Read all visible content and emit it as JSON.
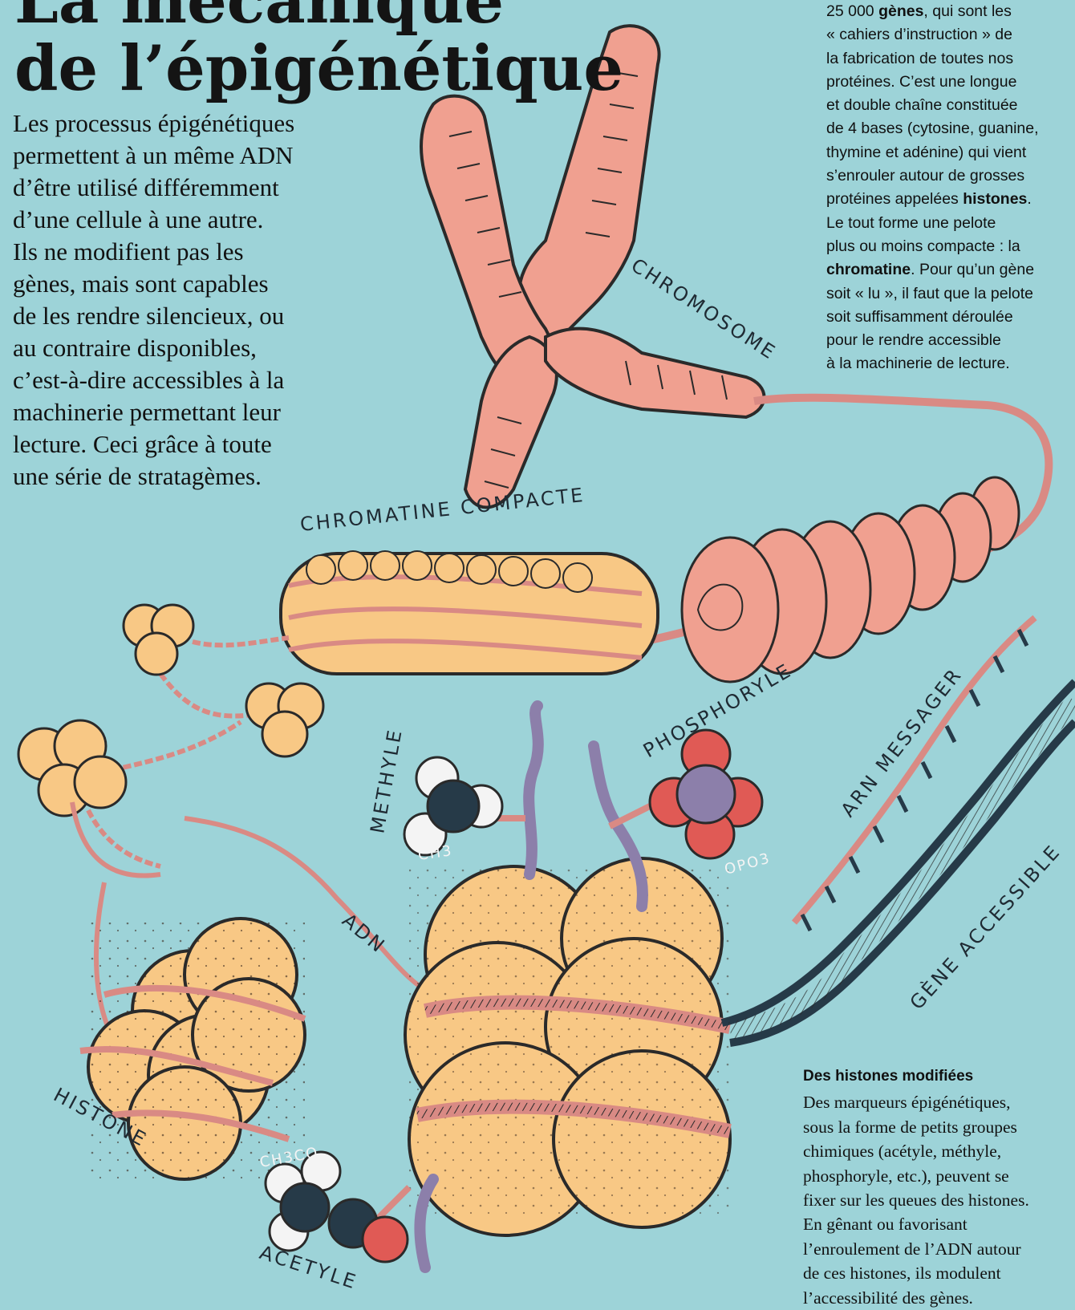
{
  "title": {
    "line1": "La mécanique",
    "line2": "de l’épigénétique"
  },
  "intro": {
    "lines": [
      "Les processus épigénétiques",
      "permettent à un même ADN",
      "d’être utilisé différemment",
      "d’une cellule à une autre.",
      "Ils ne modifient pas les",
      "gènes, mais sont capables",
      "de les rendre silencieux, ou",
      "au contraire disponibles,",
      "c’est-à-dire accessibles à la",
      "machinerie permettant leur",
      "lecture. Ceci grâce à toute",
      "une série de stratagèmes."
    ]
  },
  "sidebar": {
    "l1a": "25 000 ",
    "l1b": "gènes",
    "l1c": ", qui sont les",
    "l2": "« cahiers d’instruction » de",
    "l3": "la fabrication de toutes nos",
    "l4": "protéines. C’est une longue",
    "l5": "et double chaîne constituée",
    "l6": "de 4 bases (cytosine, guanine,",
    "l7": "thymine et adénine) qui vient",
    "l8": "s’enrouler autour de grosses",
    "l9a": "protéines appelées ",
    "l9b": "histones",
    "l9c": ".",
    "l10": "Le tout forme une pelote",
    "l11": "plus ou moins compacte : la",
    "l12a": "chromatine",
    "l12b": ". Pour qu’un gène",
    "l13": "soit « lu », il faut que la pelote",
    "l14": "soit suffisamment déroulée",
    "l15": "pour le rendre accessible",
    "l16": "à la machinerie de lecture."
  },
  "callout": {
    "heading": "Des histones modifiées",
    "lines": [
      "Des marqueurs épigénétiques,",
      "sous la forme de petits groupes",
      "chimiques (acétyle, méthyle,",
      "phosphoryle, etc.), peuvent se",
      "fixer sur les queues des histones.",
      "En gênant ou favorisant",
      "l’enroulement de l’ADN autour",
      "de ces histones, ils modulent",
      "l’accessibilité des gènes."
    ]
  },
  "labels": {
    "chromosome": "CHROMOSOME",
    "chromatine": "CHROMATINE COMPACTE",
    "arn": "ARN MESSAGER",
    "gene": "GÈNE ACCESSIBLE",
    "methyle": "METHYLE",
    "ch3": "CH3",
    "phosphoryle": "PHOSPHORYLE",
    "opo3": "OPO3",
    "adn": "ADN",
    "histone": "HISTONE",
    "ch3co": "CH3CO",
    "acetyle": "ACETYLE"
  },
  "colors": {
    "background": "#9dd3d8",
    "chromosome": "#f0a090",
    "histone": "#f8c885",
    "dna": "#d98a84",
    "dark_dna": "#263a48",
    "tail": "#8c7faa",
    "oxygen": "#e05a55"
  }
}
